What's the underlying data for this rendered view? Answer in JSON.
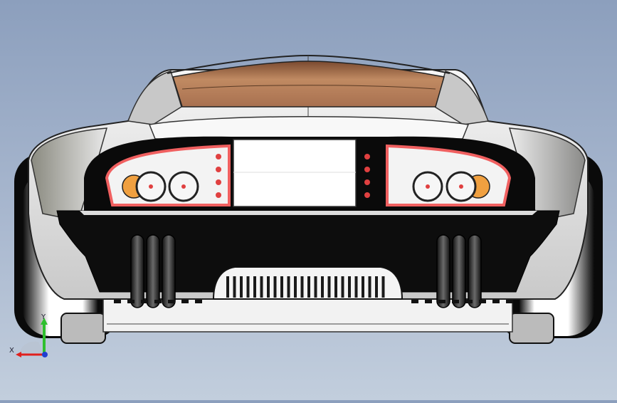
{
  "viewport": {
    "background_top": "#8c9fbd",
    "background_bottom": "#c2cedd",
    "model": "sports-car-rear-view"
  },
  "triad": {
    "x_label": "X",
    "y_label": "Y",
    "x_color": "#e0201c",
    "y_color": "#2fbf2f",
    "z_color": "#2040d0"
  },
  "colors": {
    "body_white": "#f4f4f4",
    "body_gray": "#b8b8b8",
    "window_brown": "#b07850",
    "tail_red": "#f06060",
    "tail_orange": "#f0a040",
    "black": "#0a0a0a"
  }
}
